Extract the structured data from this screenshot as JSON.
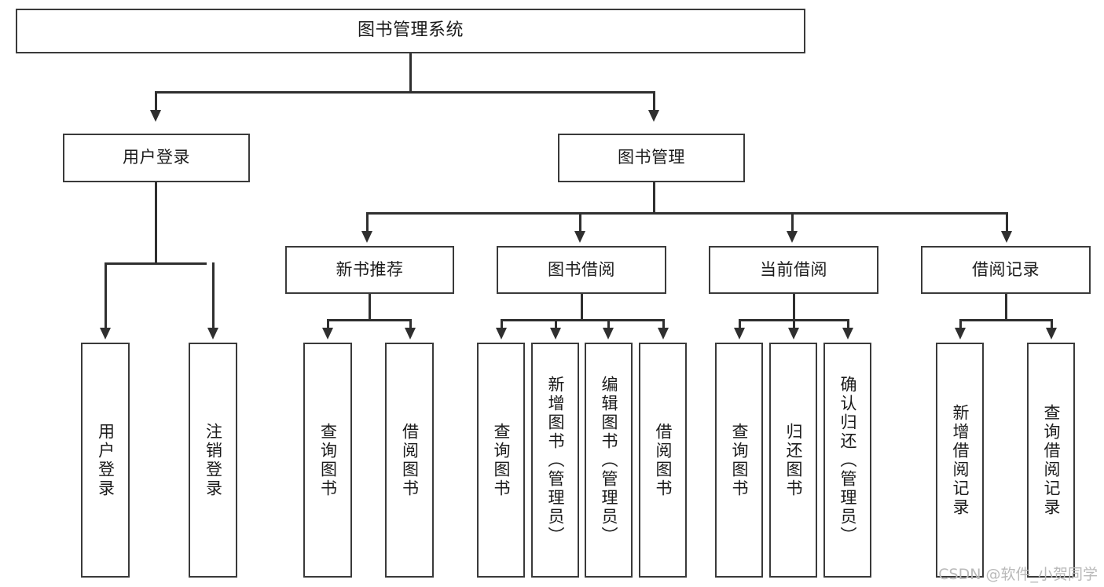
{
  "diagram": {
    "title": "图书管理系统",
    "type": "hierarchy-tree",
    "watermark": "CSDN @软件_小贺同学",
    "colors": {
      "box_border": "#3a3a3a",
      "connector": "#2f2f2f",
      "text": "#1b1b1b",
      "background": "#ffffff",
      "watermark": "#b9b9b9"
    },
    "levels": {
      "root": {
        "label": "图书管理系统"
      },
      "level2": [
        {
          "label": "用户登录"
        },
        {
          "label": "图书管理"
        }
      ],
      "level3": [
        {
          "label": "新书推荐"
        },
        {
          "label": "图书借阅"
        },
        {
          "label": "当前借阅"
        },
        {
          "label": "借阅记录"
        }
      ],
      "leaves": {
        "user_login": [
          {
            "label": "用户登录"
          },
          {
            "label": "注销登录"
          }
        ],
        "new_book_recommend": [
          {
            "label": "查询图书"
          },
          {
            "label": "借阅图书"
          }
        ],
        "book_borrow": [
          {
            "label": "查询图书"
          },
          {
            "label": "新增图书（管理员）"
          },
          {
            "label": "编辑图书（管理员）"
          },
          {
            "label": "借阅图书"
          }
        ],
        "current_borrow": [
          {
            "label": "查询图书"
          },
          {
            "label": "归还图书"
          },
          {
            "label": "确认归还（管理员）"
          }
        ],
        "borrow_record": [
          {
            "label": "新增借阅记录"
          },
          {
            "label": "查询借阅记录"
          }
        ]
      }
    }
  }
}
